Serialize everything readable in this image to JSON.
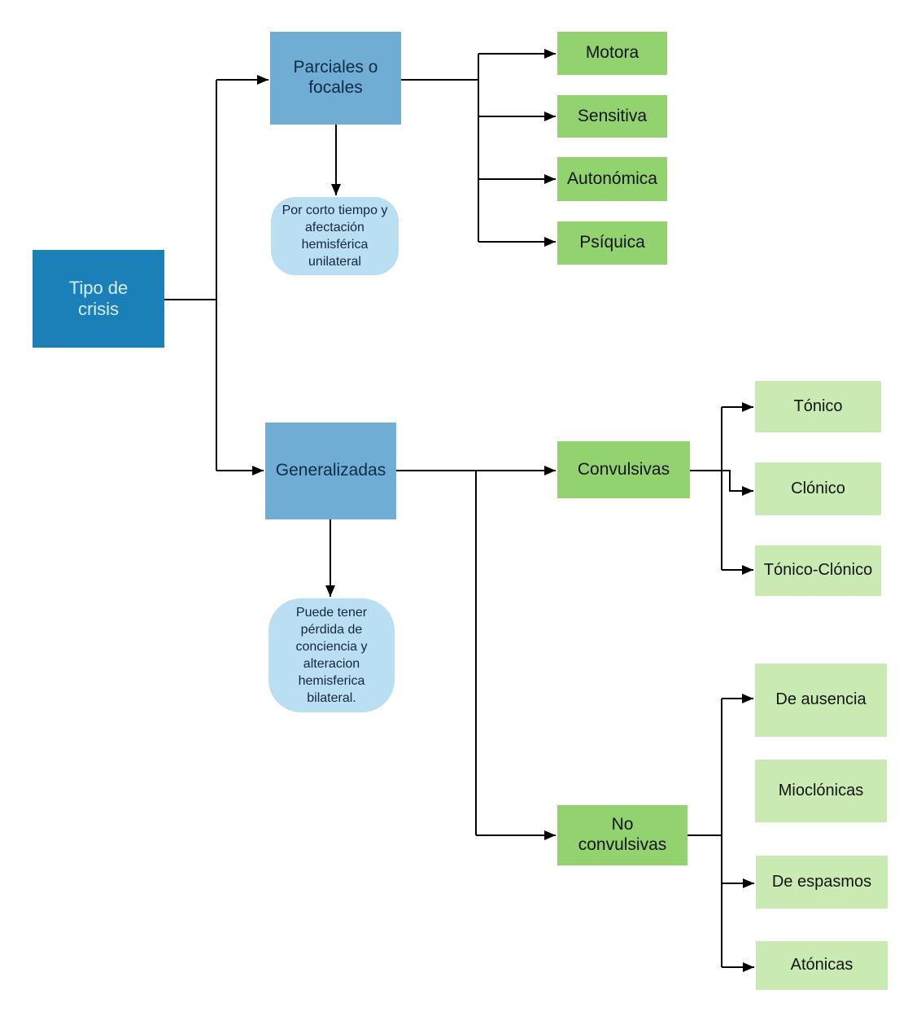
{
  "diagram_title": "Tipo de crisis",
  "colors": {
    "root_fill": "#1b7fb8",
    "root_text": "#d5eefb",
    "branch_fill": "#6fadd4",
    "category_fill": "#92d36f",
    "leaf_fill": "#c9eab3",
    "note_fill": "#badef2",
    "dark_text": "#0e2a47",
    "line": "#000000"
  },
  "nodes": {
    "root": "Tipo de\ncrisis",
    "parciales": "Parciales o\nfocales",
    "note_parciales": "Por corto tiempo y\nafectación\nhemisférica\nunilateral",
    "motora": "Motora",
    "sensitiva": "Sensitiva",
    "autonomica": "Autonómica",
    "psiquica": "Psíquica",
    "generalizadas": "Generalizadas",
    "note_generalizadas": "Puede tener\npérdida de\nconciencia y\nalteracion\nhemisferica\nbilateral.",
    "convulsivas": "Convulsivas",
    "tonico": "Tónico",
    "clonico": "Clónico",
    "tonico_clonico": "Tónico-Clónico",
    "no_convulsivas": "No\nconvulsivas",
    "de_ausencia": "De ausencia",
    "mioclonicas": "Mioclónicas",
    "de_espasmos": "De espasmos",
    "atonicas": "Atónicas"
  }
}
